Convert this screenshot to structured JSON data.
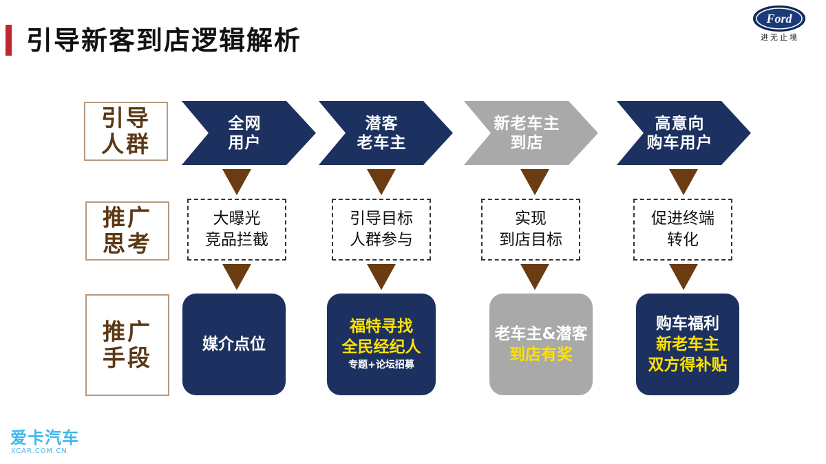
{
  "title": "引导新客到店逻辑解析",
  "brand": {
    "logo_text": "Ford",
    "tagline": "进无止境",
    "accent_color": "#c0272d"
  },
  "row_labels": {
    "guide": [
      "引导",
      "人群"
    ],
    "think": [
      "推广",
      "思考"
    ],
    "method": [
      "推广",
      "手段"
    ]
  },
  "stages": [
    {
      "chevron": [
        "全网",
        "用户"
      ],
      "think": [
        "大曝光",
        "竞品拦截"
      ],
      "method": {
        "lines": [
          "媒介点位"
        ]
      }
    },
    {
      "chevron": [
        "潜客",
        "老车主"
      ],
      "think": [
        "引导目标",
        "人群参与"
      ],
      "method": {
        "lines": [
          "福特寻找",
          "全民经纪人",
          "专题+论坛招募"
        ]
      }
    },
    {
      "chevron": [
        "新老车主",
        "到店"
      ],
      "think": [
        "实现",
        "到店目标"
      ],
      "method": {
        "lines": [
          "老车主&潜客",
          "到店有奖"
        ]
      }
    },
    {
      "chevron": [
        "高意向",
        "购车用户"
      ],
      "think": [
        "促进终端",
        "转化"
      ],
      "method": {
        "lines": [
          "购车福利",
          "新老车主",
          "双方得补贴"
        ]
      }
    }
  ],
  "watermark": {
    "name": "爱卡汽车",
    "url": "XCAR.COM.CN"
  }
}
